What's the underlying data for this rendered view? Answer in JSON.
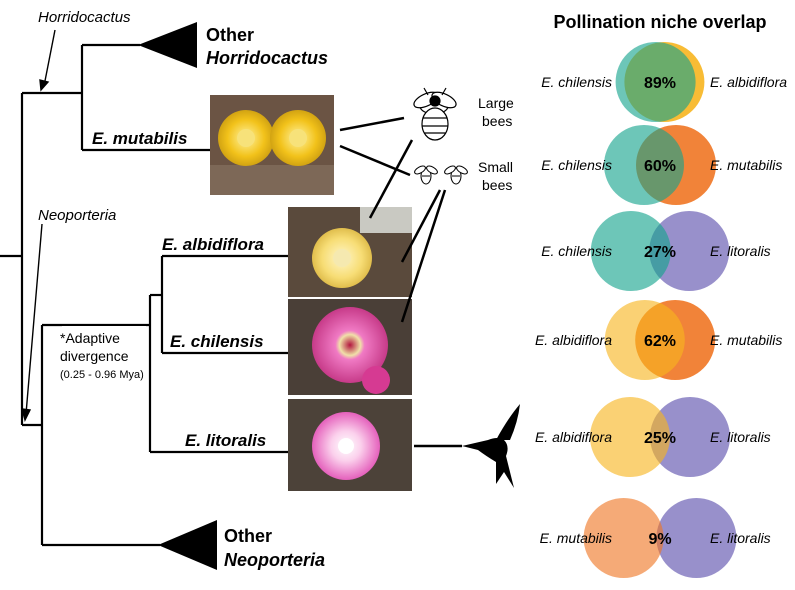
{
  "tree": {
    "labels": {
      "horridocactus_annot": "Horridocactus",
      "neoporteria_annot": "Neoporteria",
      "other_horr_line1": "Other",
      "other_horr_line2": "Horridocactus",
      "other_neo_line1": "Other",
      "other_neo_line2": "Neoporteria",
      "mutabilis": "E. mutabilis",
      "albidiflora": "E. albidiflora",
      "chilensis": "E. chilensis",
      "litoralis": "E. litoralis",
      "adaptive_line1": "*Adaptive",
      "adaptive_line2": "divergence",
      "adaptive_range": "(0.25 - 0.96 Mya)"
    },
    "photos": [
      {
        "species": "E. mutabilis",
        "flower_color": "#f2c21a",
        "bg_color": "#6b5444"
      },
      {
        "species": "E. albidiflora",
        "flower_color": "#f7dd75",
        "bg_color": "#5a4a3c"
      },
      {
        "species": "E. chilensis",
        "flower_color": "#e24aa6",
        "bg_color": "#4a3f37"
      },
      {
        "species": "E. litoralis",
        "flower_color": "#ee6fc7",
        "bg_color": "#4c4239"
      }
    ]
  },
  "pollinators": {
    "large_bees_line1": "Large",
    "large_bees_line2": "bees",
    "small_bees_line1": "Small",
    "small_bees_line2": "bees",
    "icons": [
      "bee-icon",
      "small-bee-icon",
      "hummingbird-icon"
    ]
  },
  "overlap": {
    "title": "Pollination niche overlap",
    "species_colors": {
      "E. chilensis": "#13a38c",
      "E. albidiflora": "#f7b51f",
      "E. mutabilis": "#ef7623",
      "E. litoralis": "#8d84c5"
    },
    "pairs": [
      {
        "left": "E. chilensis",
        "right": "E. albidiflora",
        "value": "89%",
        "overlap_fraction": 0.89
      },
      {
        "left": "E. chilensis",
        "right": "E. mutabilis",
        "value": "60%",
        "overlap_fraction": 0.6
      },
      {
        "left": "E. chilensis",
        "right": "E. litoralis",
        "value": "27%",
        "overlap_fraction": 0.27
      },
      {
        "left": "E. albidiflora",
        "right": "E. mutabilis",
        "value": "62%",
        "overlap_fraction": 0.62
      },
      {
        "left": "E. albidiflora",
        "right": "E. litoralis",
        "value": "25%",
        "overlap_fraction": 0.25
      },
      {
        "left": "E. mutabilis",
        "right": "E. litoralis",
        "value": "9%",
        "overlap_fraction": 0.09
      }
    ]
  }
}
